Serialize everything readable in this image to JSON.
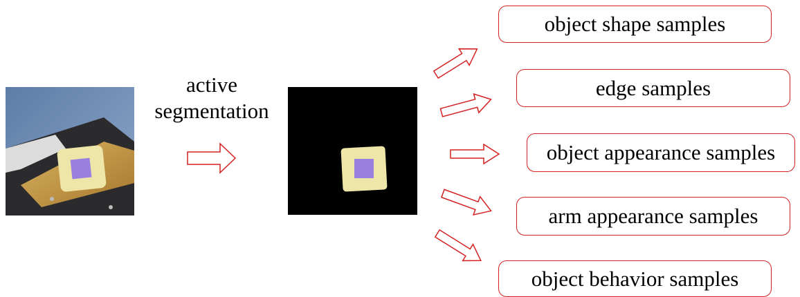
{
  "process_label": {
    "line1": "active",
    "line2": "segmentation"
  },
  "outputs": [
    {
      "label": "object shape samples"
    },
    {
      "label": "edge samples"
    },
    {
      "label": "object appearance samples"
    },
    {
      "label": "arm appearance samples"
    },
    {
      "label": "object behavior samples"
    }
  ],
  "colors": {
    "accent": "#d42020",
    "mask_background": "#000000",
    "object_fill": "#ede6a8",
    "object_center": "#9b7fe0"
  },
  "icons": {
    "input_image": "camera-photo-of-object-on-table",
    "segmented_image": "segmented-object-mask",
    "arrow": "outlined-block-arrow"
  }
}
